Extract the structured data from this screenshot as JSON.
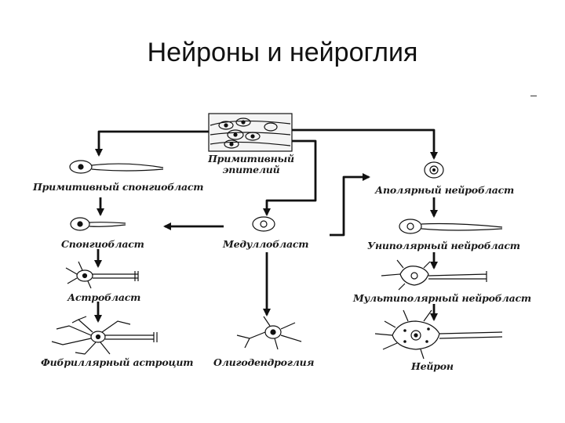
{
  "title": "Нейроны и нейроглия",
  "nodes": {
    "primitive_epithelium": "Примитивный\nэпителий",
    "primitive_spongioblast": "Примитивный спонгиобласт",
    "spongioblast": "Спонгиобласт",
    "astroblast": "Астробласт",
    "fibrillar_astrocyte": "Фибриллярный астроцит",
    "medulloblast": "Медуллобласт",
    "oligodendroglia": "Олигодендроглия",
    "apolar_neuroblast": "Аполярный нейробласт",
    "unipolar_neuroblast": "Униполярный нейробласт",
    "multipolar_neuroblast": "Мультиполярный нейробласт",
    "neuron": "Нейрон"
  }
}
